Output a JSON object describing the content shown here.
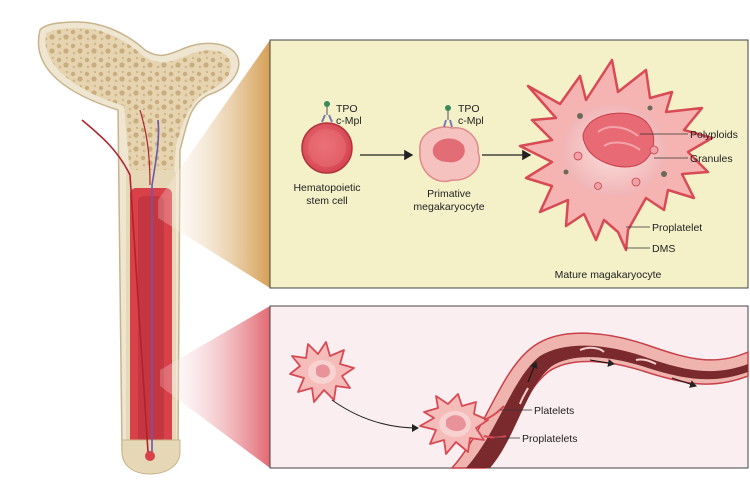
{
  "top_panel": {
    "stem_cell_label_line1": "Hematopoietic",
    "stem_cell_label_line2": "stem cell",
    "stem_cell_receptor_tpo": "TPO",
    "stem_cell_receptor_cmpl": "c-Mpl",
    "primitive_label_line1": "Primative",
    "primitive_label_line2": "megakaryocyte",
    "primitive_receptor_tpo": "TPO",
    "primitive_receptor_cmpl": "c-Mpl",
    "callout_polyploids": "Polyploids",
    "callout_granules": "Granules",
    "callout_proplatelet": "Proplatelet",
    "callout_dms": "DMS",
    "mature_label": "Mature magakaryocyte"
  },
  "bottom_panel": {
    "callout_platelets": "Platelets",
    "callout_proplatelets": "Proplatelets"
  },
  "colors": {
    "panel_top_bg": "#f4f0c8",
    "panel_bottom_bg": "#fbeef0",
    "cell_red": "#e0525e",
    "cell_pink": "#f2b6b8",
    "bone_tan": "#d8c29c",
    "marrow_red": "#d8404a",
    "vessel_dark": "#7a2a2c"
  }
}
